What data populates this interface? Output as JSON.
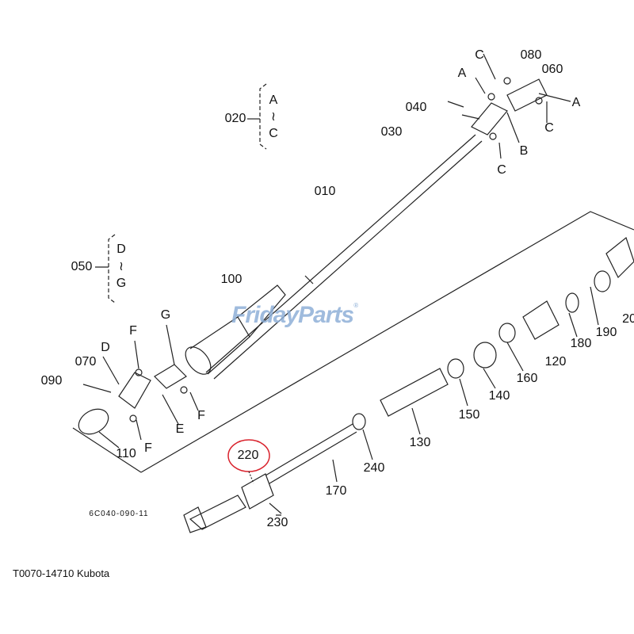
{
  "diagram": {
    "labels": {
      "p020": "020",
      "p020_a": "A",
      "p020_t": "≀",
      "p020_c": "C",
      "p050": "050",
      "p050_d": "D",
      "p050_t": "≀",
      "p050_g": "G",
      "p010": "010",
      "p100": "100",
      "c1": "C",
      "p080": "080",
      "p060": "060",
      "a1": "A",
      "a2": "A",
      "p040": "040",
      "p030": "030",
      "b1": "B",
      "c2": "C",
      "c3": "C",
      "g1": "G",
      "f1": "F",
      "d1": "D",
      "p070": "070",
      "p090": "090",
      "e1": "E",
      "f2": "F",
      "f3": "F",
      "p110": "110",
      "p180": "180",
      "p190": "190",
      "p20x": "20",
      "p120": "120",
      "p160": "160",
      "p140": "140",
      "p150": "150",
      "p130": "130",
      "p240": "240",
      "p170": "170",
      "p220": "220",
      "p230": "230"
    },
    "drawing_code": "6C040-090-11",
    "highlight_color": "#d9232d"
  },
  "watermark": {
    "text_a": "Friday",
    "text_b": "Parts",
    "reg": "®",
    "color": "#8fb0d8",
    "accent": "#f0b060"
  },
  "caption": "T0070-14710 Kubota"
}
